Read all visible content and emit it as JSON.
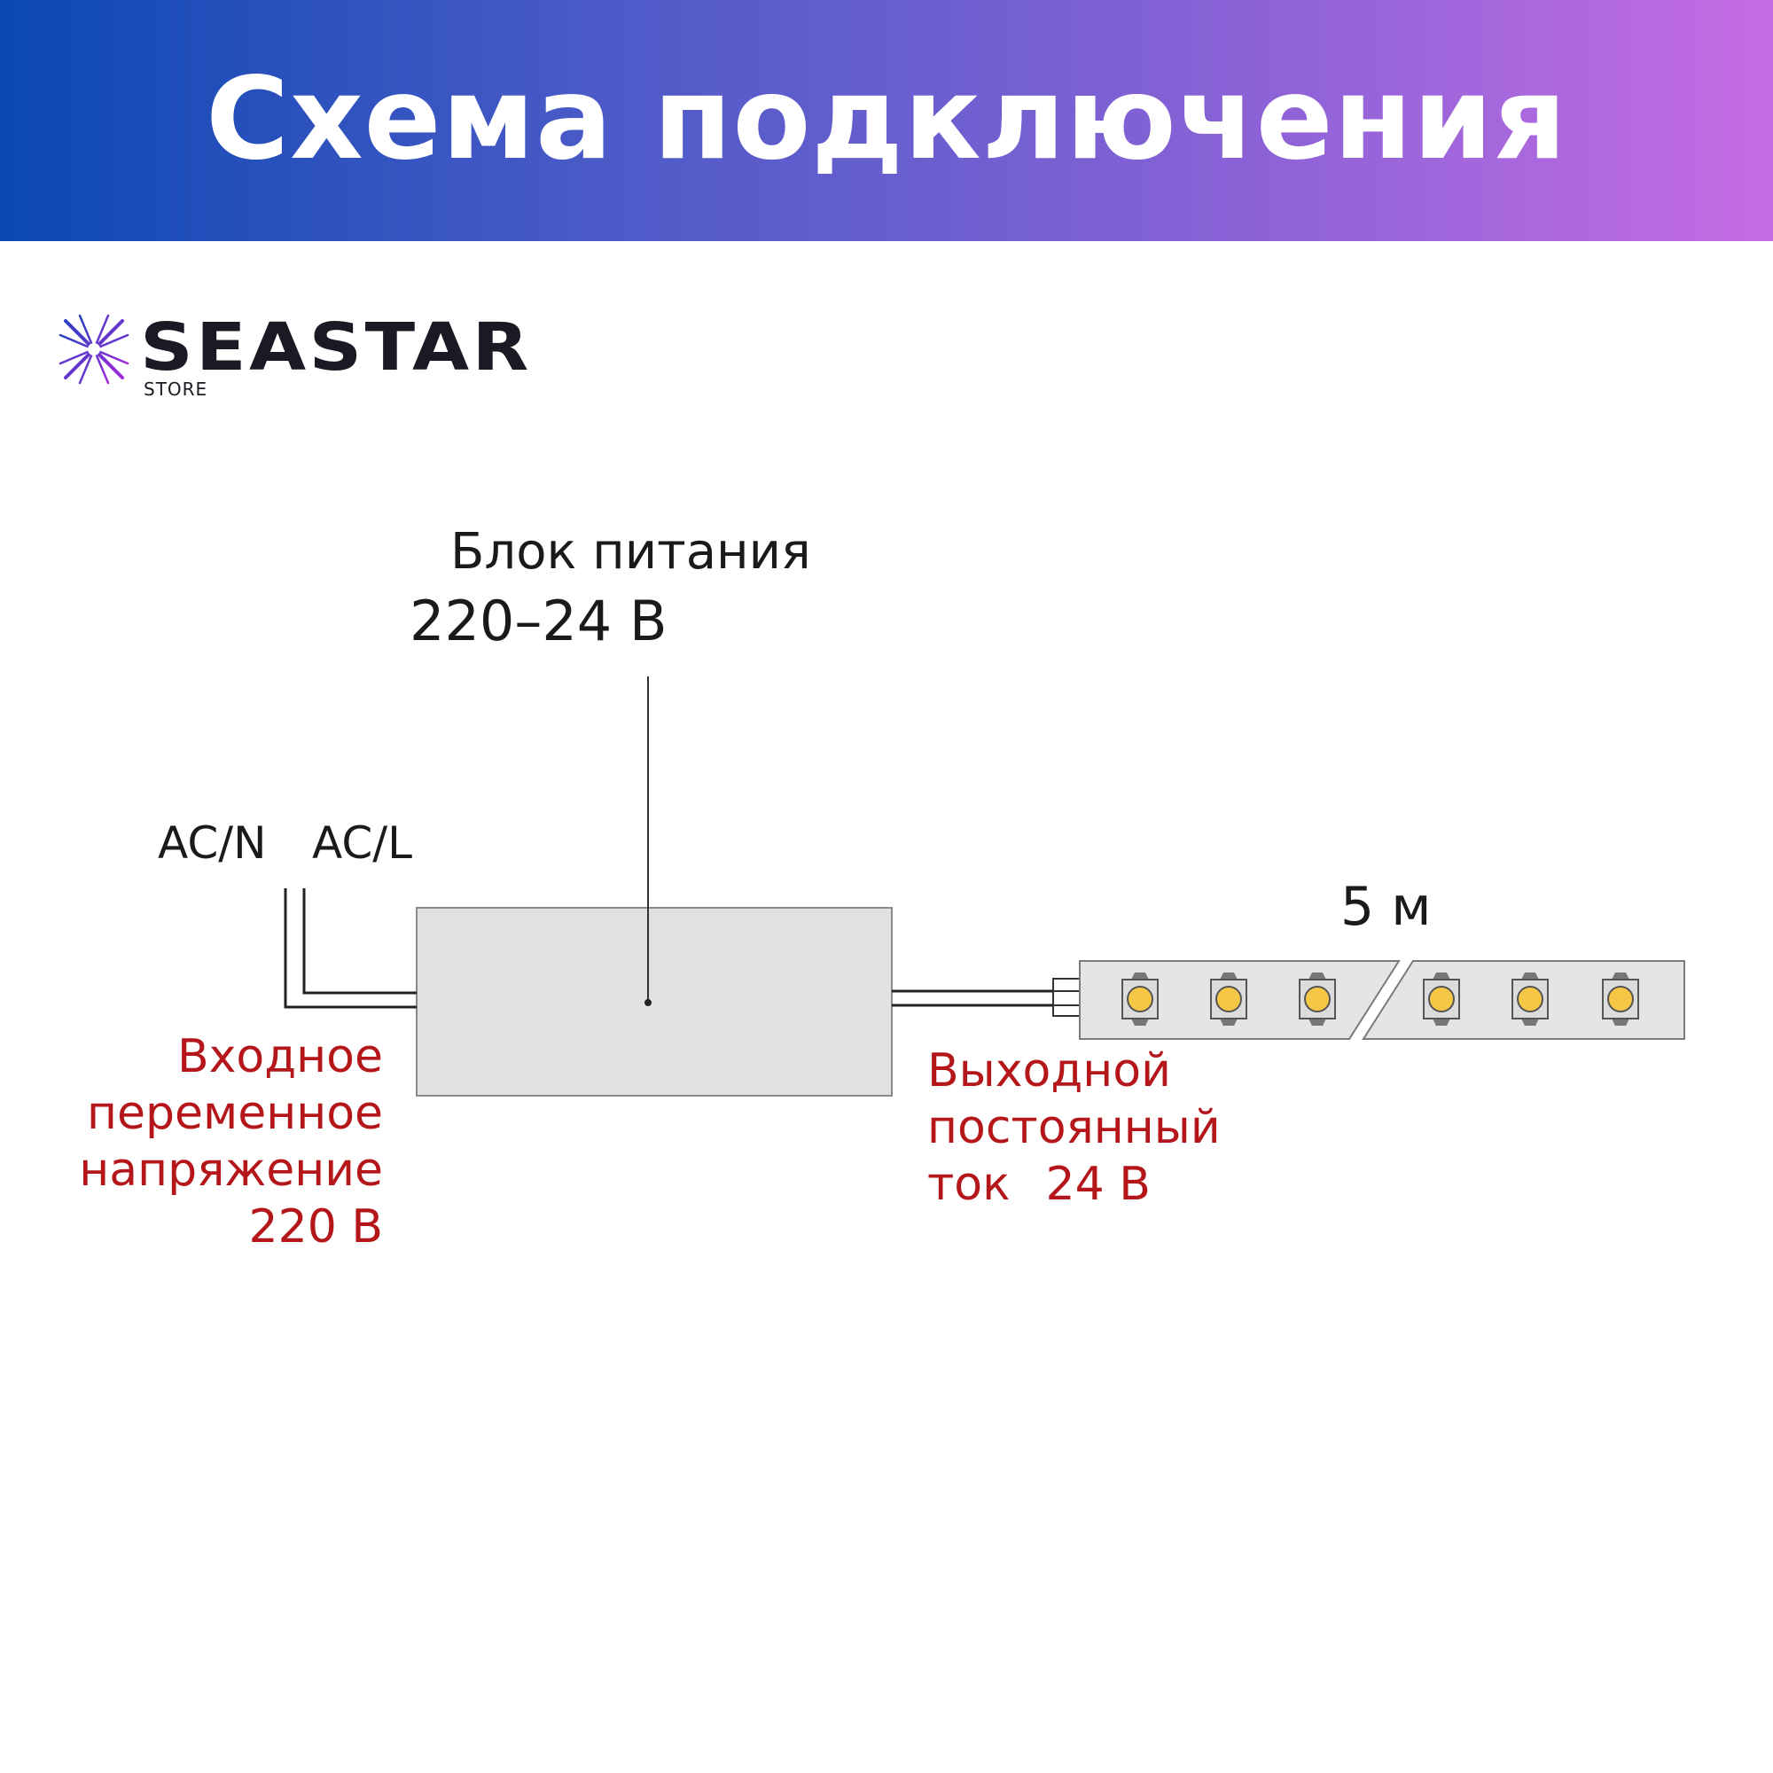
{
  "banner": {
    "title": "Схема подключения"
  },
  "logo": {
    "name": "SEASTAR",
    "sub": "STORE"
  },
  "power_supply": {
    "label": "Блок питания",
    "voltage": "220–24 В"
  },
  "input_wires": {
    "neutral": "AC/N",
    "line": "AC/L"
  },
  "input_note": {
    "lines": [
      "Входное",
      "переменное",
      "напряжение",
      "220 В"
    ]
  },
  "output_note": {
    "line1": "Выходной",
    "line2": "постоянный",
    "line3_word": "ток",
    "line3_value": "24 В"
  },
  "strip": {
    "length": "5 м",
    "led_count": 6
  },
  "colors": {
    "banner_start": "#0b48b3",
    "banner_end": "#c56ce4",
    "note_red": "#b5161a",
    "led_yellow": "#f6c744",
    "box_gray": "#e1e1e1"
  }
}
